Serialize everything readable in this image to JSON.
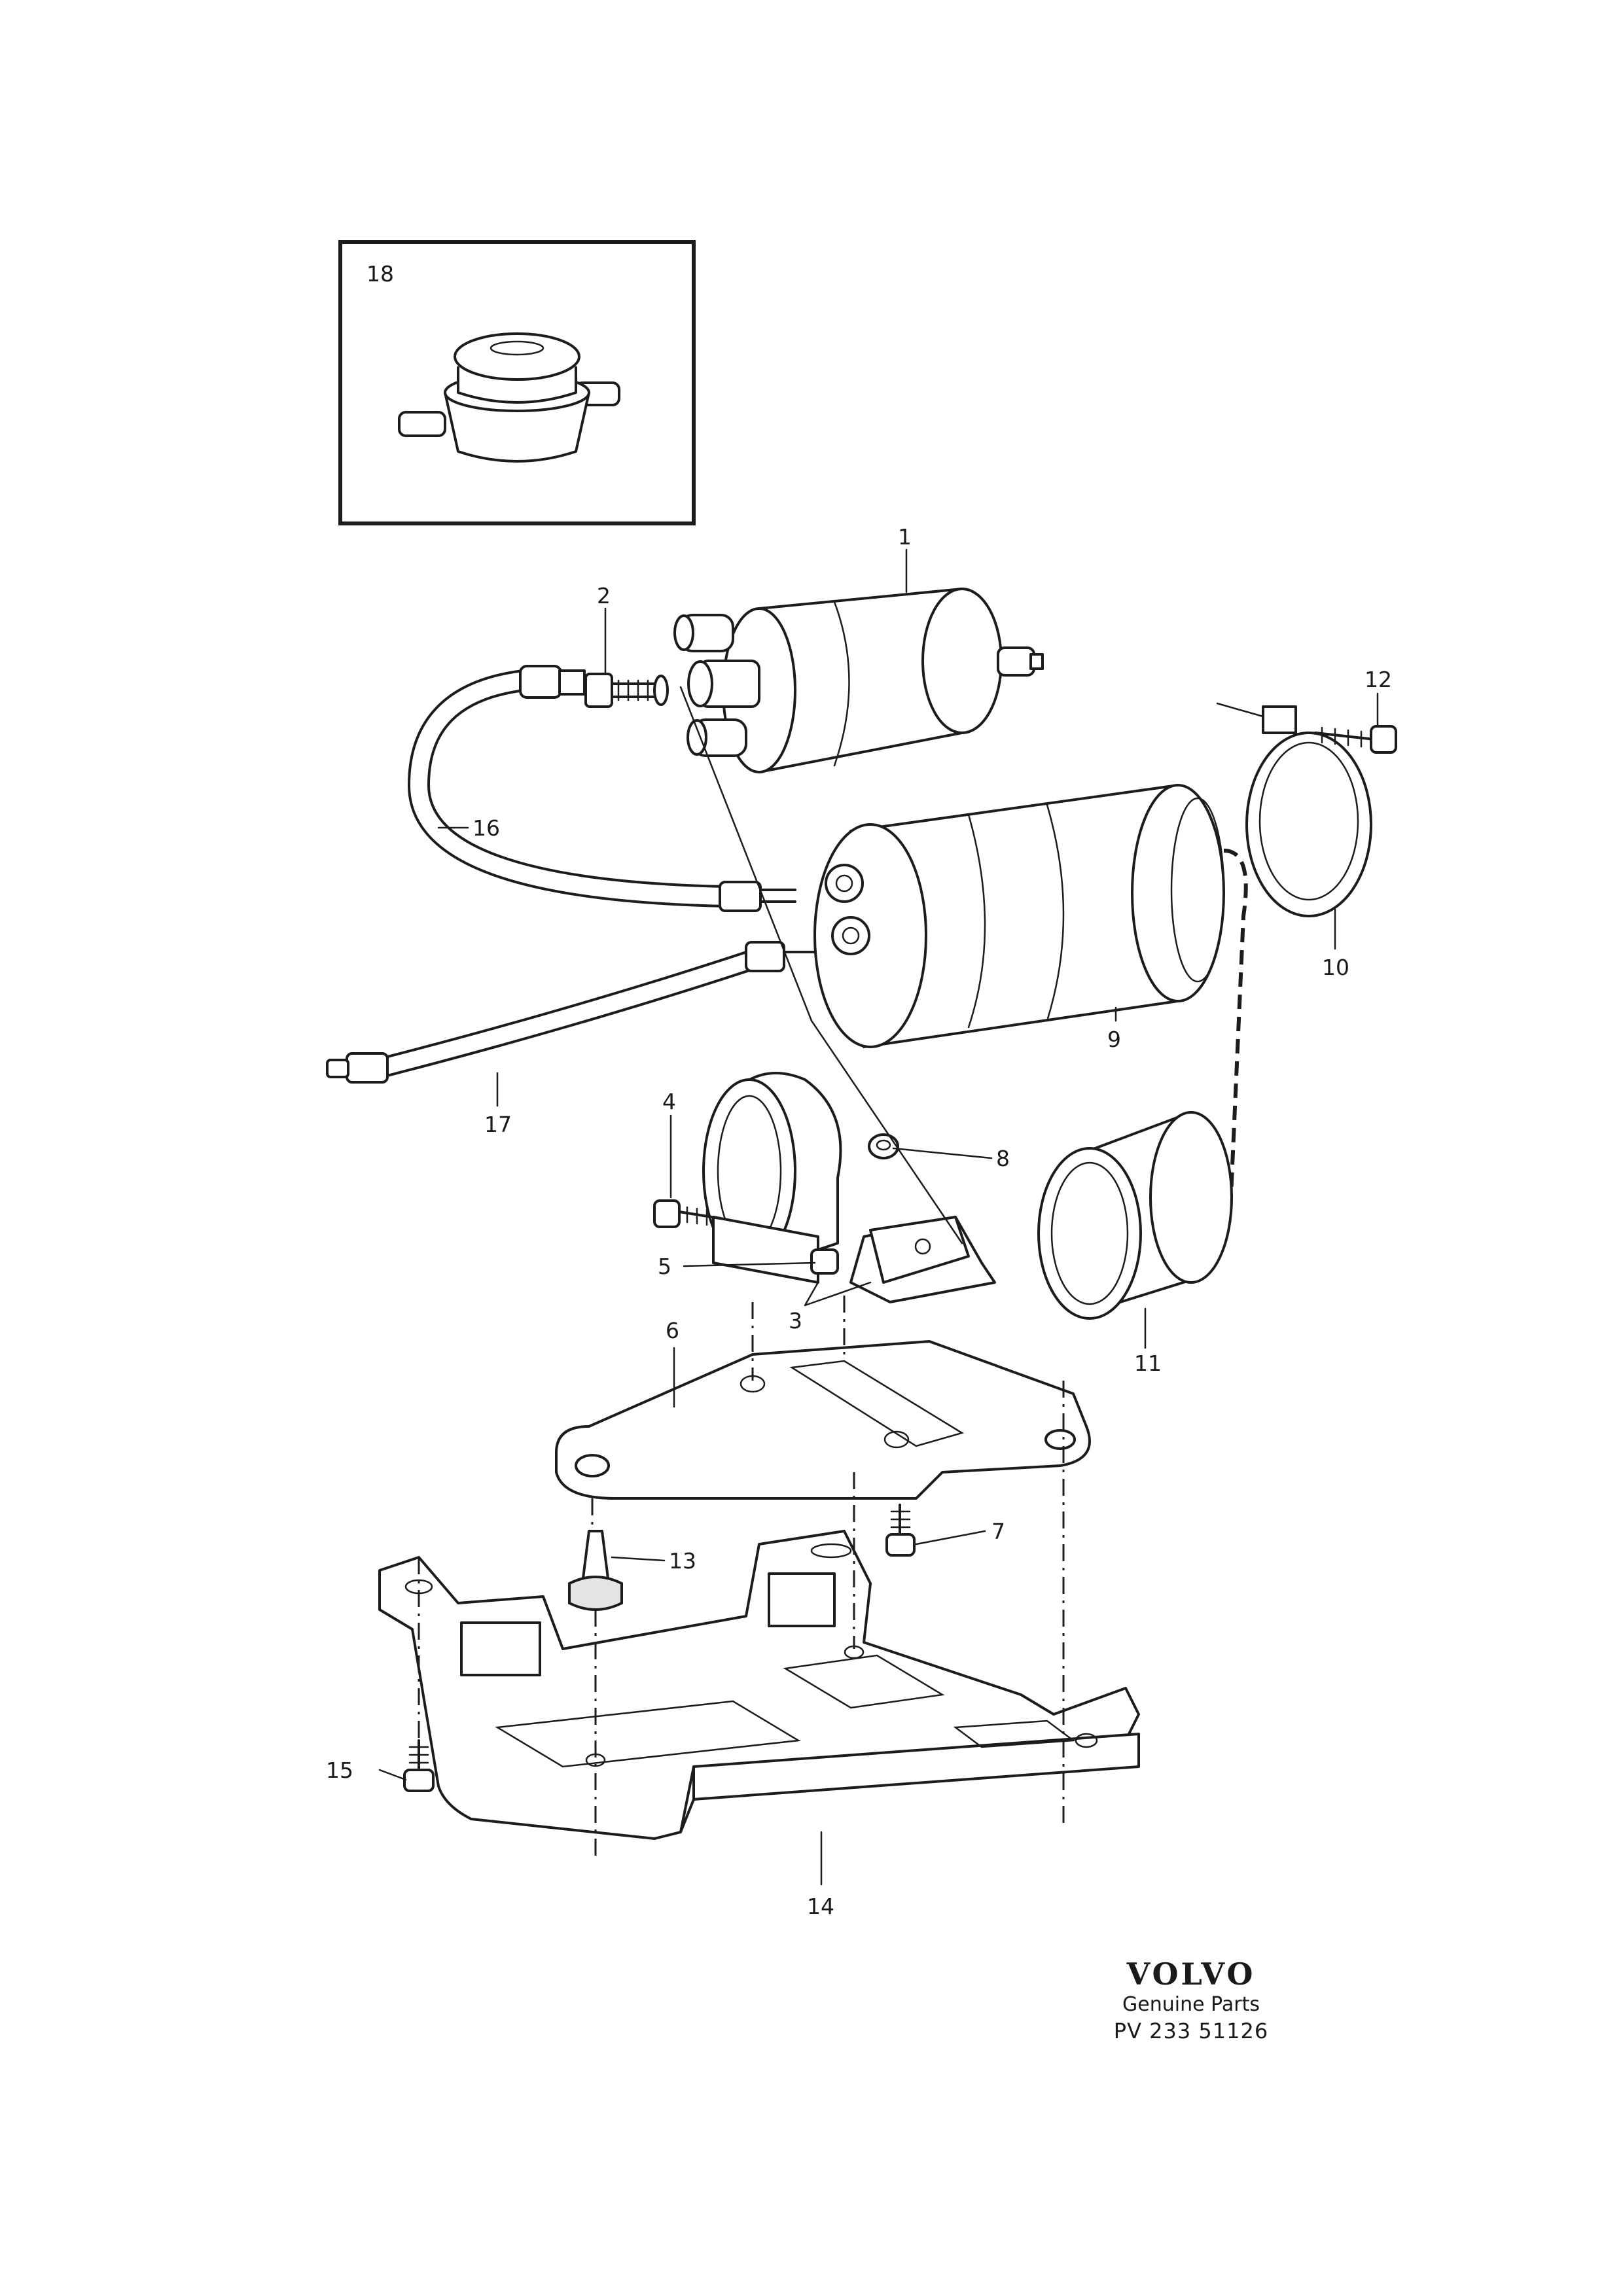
{
  "diagram": {
    "callouts": {
      "c1": "1",
      "c2": "2",
      "c3": "3",
      "c4": "4",
      "c5": "5",
      "c6": "6",
      "c7": "7",
      "c8": "8",
      "c9": "9",
      "c10": "10",
      "c11": "11",
      "c12": "12",
      "c13": "13",
      "c14": "14",
      "c15": "15",
      "c16": "16",
      "c17": "17",
      "c18": "18"
    }
  },
  "footer": {
    "brand": "VOLVO",
    "subtitle": "Genuine Parts",
    "part_code": "PV 233 51126"
  }
}
